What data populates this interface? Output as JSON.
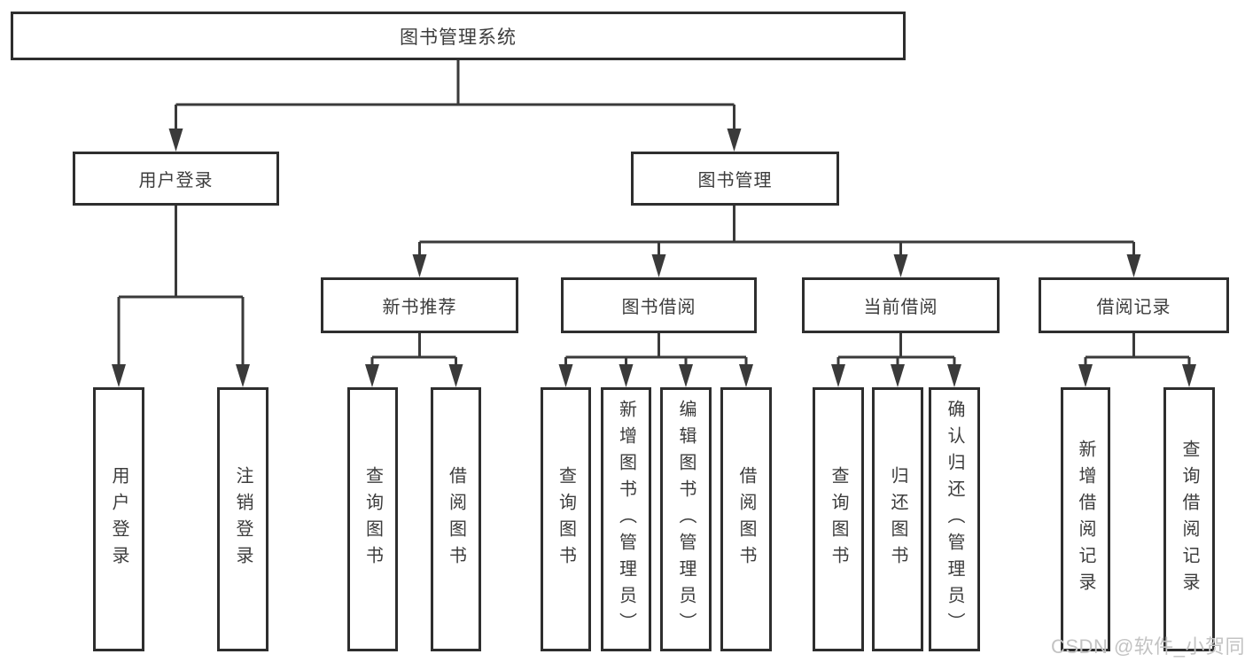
{
  "diagram": {
    "title": "图书管理系统",
    "tree": {
      "label": "图书管理系统",
      "children": [
        {
          "label": "用户登录",
          "children": [
            {
              "label": "用户登录"
            },
            {
              "label": "注销登录"
            }
          ]
        },
        {
          "label": "图书管理",
          "children": [
            {
              "label": "新书推荐",
              "children": [
                {
                  "label": "查询图书"
                },
                {
                  "label": "借阅图书"
                }
              ]
            },
            {
              "label": "图书借阅",
              "children": [
                {
                  "label": "查询图书"
                },
                {
                  "label": "新增图书（管理员）"
                },
                {
                  "label": "编辑图书（管理员）"
                },
                {
                  "label": "借阅图书"
                }
              ]
            },
            {
              "label": "当前借阅",
              "children": [
                {
                  "label": "查询图书"
                },
                {
                  "label": "归还图书"
                },
                {
                  "label": "确认归还（管理员）"
                }
              ]
            },
            {
              "label": "借阅记录",
              "children": [
                {
                  "label": "新增借阅记录"
                },
                {
                  "label": "查询借阅记录"
                }
              ]
            }
          ]
        }
      ]
    },
    "colors": {
      "line": "#3a3a3a",
      "border": "#2e2e2e",
      "text": "#3c3c3c",
      "watermark": "#c3c3c3",
      "background": "#ffffff"
    }
  },
  "watermark": {
    "text": "CSDN @软件_小贺同学"
  }
}
